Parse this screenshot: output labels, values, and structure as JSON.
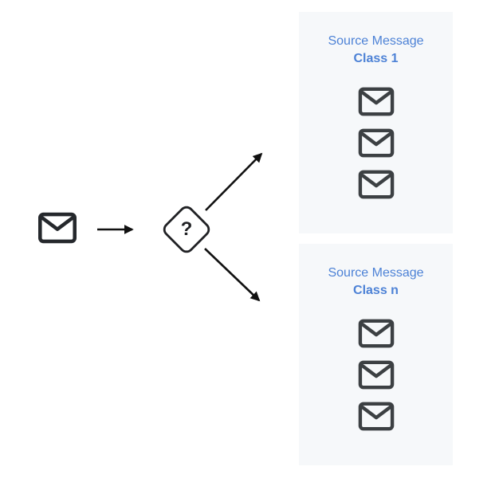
{
  "diagram": {
    "source": {
      "icon": "envelope-icon"
    },
    "router": {
      "label": "?",
      "icon": "question-diamond-icon"
    },
    "panels": [
      {
        "title": "Source Message",
        "subtitle": "Class 1",
        "message_count": 3
      },
      {
        "title": "Source Message",
        "subtitle": "Class n",
        "message_count": 3
      }
    ]
  },
  "colors": {
    "panel_background": "#f6f8fa",
    "label_blue": "#4d82d6",
    "icon_stroke": "#3c4043",
    "arrow_black": "#111111"
  }
}
